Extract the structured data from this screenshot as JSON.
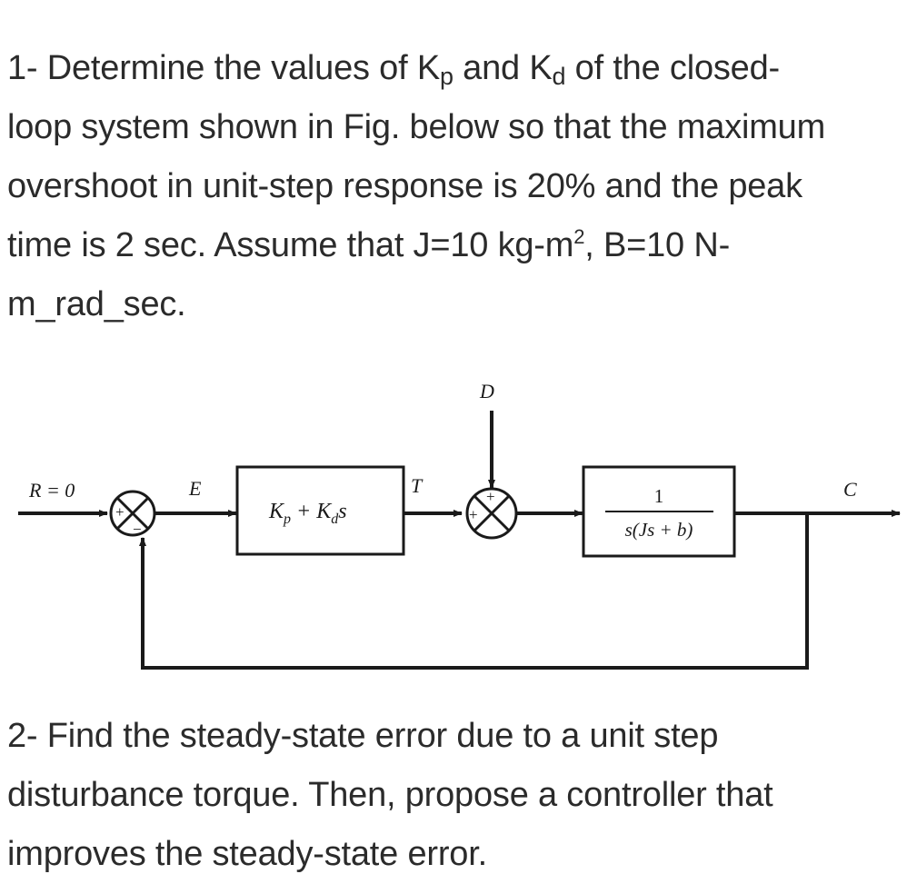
{
  "question1": {
    "number": "1- ",
    "text_a": "Determine the values of K",
    "sub_p": "p",
    "text_b": " and K",
    "sub_d": "d",
    "text_c": " of the closed-",
    "line2": "loop system shown in Fig. below so that the maximum",
    "line3": "overshoot in unit-step response is 20% and the peak",
    "line4_a": "time is 2 sec. Assume that J=10 kg-m",
    "sup_2": "2",
    "line4_b": ", B=10 N-",
    "line5": "m_rad_sec."
  },
  "diagram": {
    "input_label": "R = 0",
    "error_label": "E",
    "controller_block": "Kp + Kds",
    "controller_K": "K",
    "controller_p": "p",
    "controller_plus": " + K",
    "controller_d": "d",
    "controller_s": "s",
    "torque_label": "T",
    "disturbance_label": "D",
    "plant_numerator": "1",
    "plant_denominator": "s(Js + b)",
    "output_label": "C",
    "sum1_plus": "+",
    "sum1_minus": "−",
    "sum2_plus_top": "+",
    "sum2_plus_left": "+"
  },
  "question2": {
    "line1": "2- Find the steady-state error due to a unit step",
    "line2": "disturbance torque. Then, propose a controller that",
    "line3": "improves the steady-state error."
  }
}
